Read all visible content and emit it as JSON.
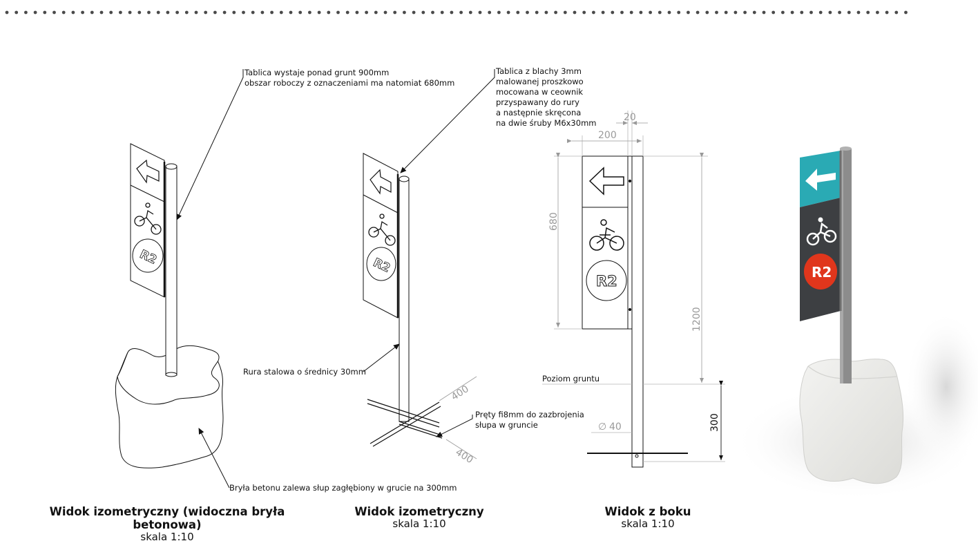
{
  "notes": {
    "above_ground": [
      "Tablica wystaje ponad grunt 900mm",
      "obszar roboczy z oznaczeniami ma natomiat 680mm"
    ],
    "plate": [
      "Tablica z blachy 3mm",
      "malowanej proszkowo",
      "mocowana w ceownik",
      "przyspawany do rury",
      "a następnie skręcona",
      "na dwie śruby M6x30mm"
    ],
    "pipe": "Rura stalowa o średnicy 30mm",
    "rods": [
      "Pręty fi8mm do zazbrojenia",
      "słupa w gruncie"
    ],
    "concrete": "Bryła betonu zalewa słup zagłębiony w grucie na 300mm",
    "ground_level": "Poziom gruntu"
  },
  "dimensions": {
    "d20": "20",
    "d200": "200",
    "d680": "680",
    "d1200": "1200",
    "d300": "300",
    "d40": "40",
    "d400a": "400",
    "d400b": "400",
    "diameter_symbol": "∅"
  },
  "sign": {
    "route_label": "R2",
    "colors": {
      "teal": "#2aaab4",
      "dark_panel": "#3d3f42",
      "red_badge": "#e0361c",
      "pole": "#8c8c8c",
      "concrete": "#e9e9e6"
    }
  },
  "captions": [
    {
      "title": "Widok izometryczny (widoczna bryła betonowa)",
      "scale": "skala 1:10"
    },
    {
      "title": "Widok izometryczny",
      "scale": "skala 1:10"
    },
    {
      "title": "Widok z boku",
      "scale": "skala 1:10"
    }
  ]
}
